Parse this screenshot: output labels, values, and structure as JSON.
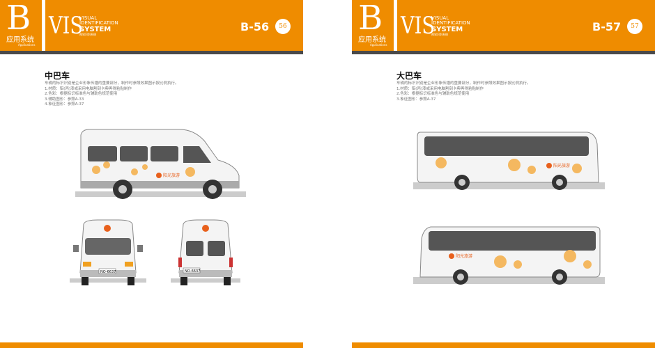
{
  "left": {
    "section_letter": "B",
    "section_cn": "应用系统",
    "section_en": "Applications",
    "vis": "VIS",
    "vis_line1": "VISUAL",
    "vis_line2": "IDENTIFICATION",
    "vis_line3": "SYSTEM",
    "vis_cn": "视觉识别系统",
    "code": "B-56",
    "page": "56",
    "title": "中巴车",
    "lines": [
      "车辆的标识识别是企业形象传播的重要部分，制作时参照效果图示按比例执行。",
      "1.材质：铝(丙)漆或采用电脑割刻卡典再得粘贴制作",
      "2.色彩：根据标识标准色与辅助色规范使用",
      "3.辅助图形：参照A-33",
      "4.象征图形：参照A-37"
    ],
    "plate": "NO-6637",
    "logo_text": "阳光旅游"
  },
  "right": {
    "section_letter": "B",
    "section_cn": "应用系统",
    "section_en": "Applications",
    "vis": "VIS",
    "vis_line1": "VISUAL",
    "vis_line2": "IDENTIFICATION",
    "vis_line3": "SYSTEM",
    "vis_cn": "视觉识别系统",
    "code": "B-57",
    "page": "57",
    "title": "大巴车",
    "lines": [
      "车辆的标识识别是企业形象传播的重要部分，制作时参照效果图示按比例执行。",
      "1.材质：铝(丙)漆或采用电脑割刻卡典再得粘贴制作",
      "2.色彩：根据标识标准色与辅助色规范使用",
      "3.象征图形：参照A-37"
    ],
    "logo_text": "阳光旅游"
  },
  "colors": {
    "brand": "#ef8c00",
    "stripe": "#4a4a4a"
  }
}
